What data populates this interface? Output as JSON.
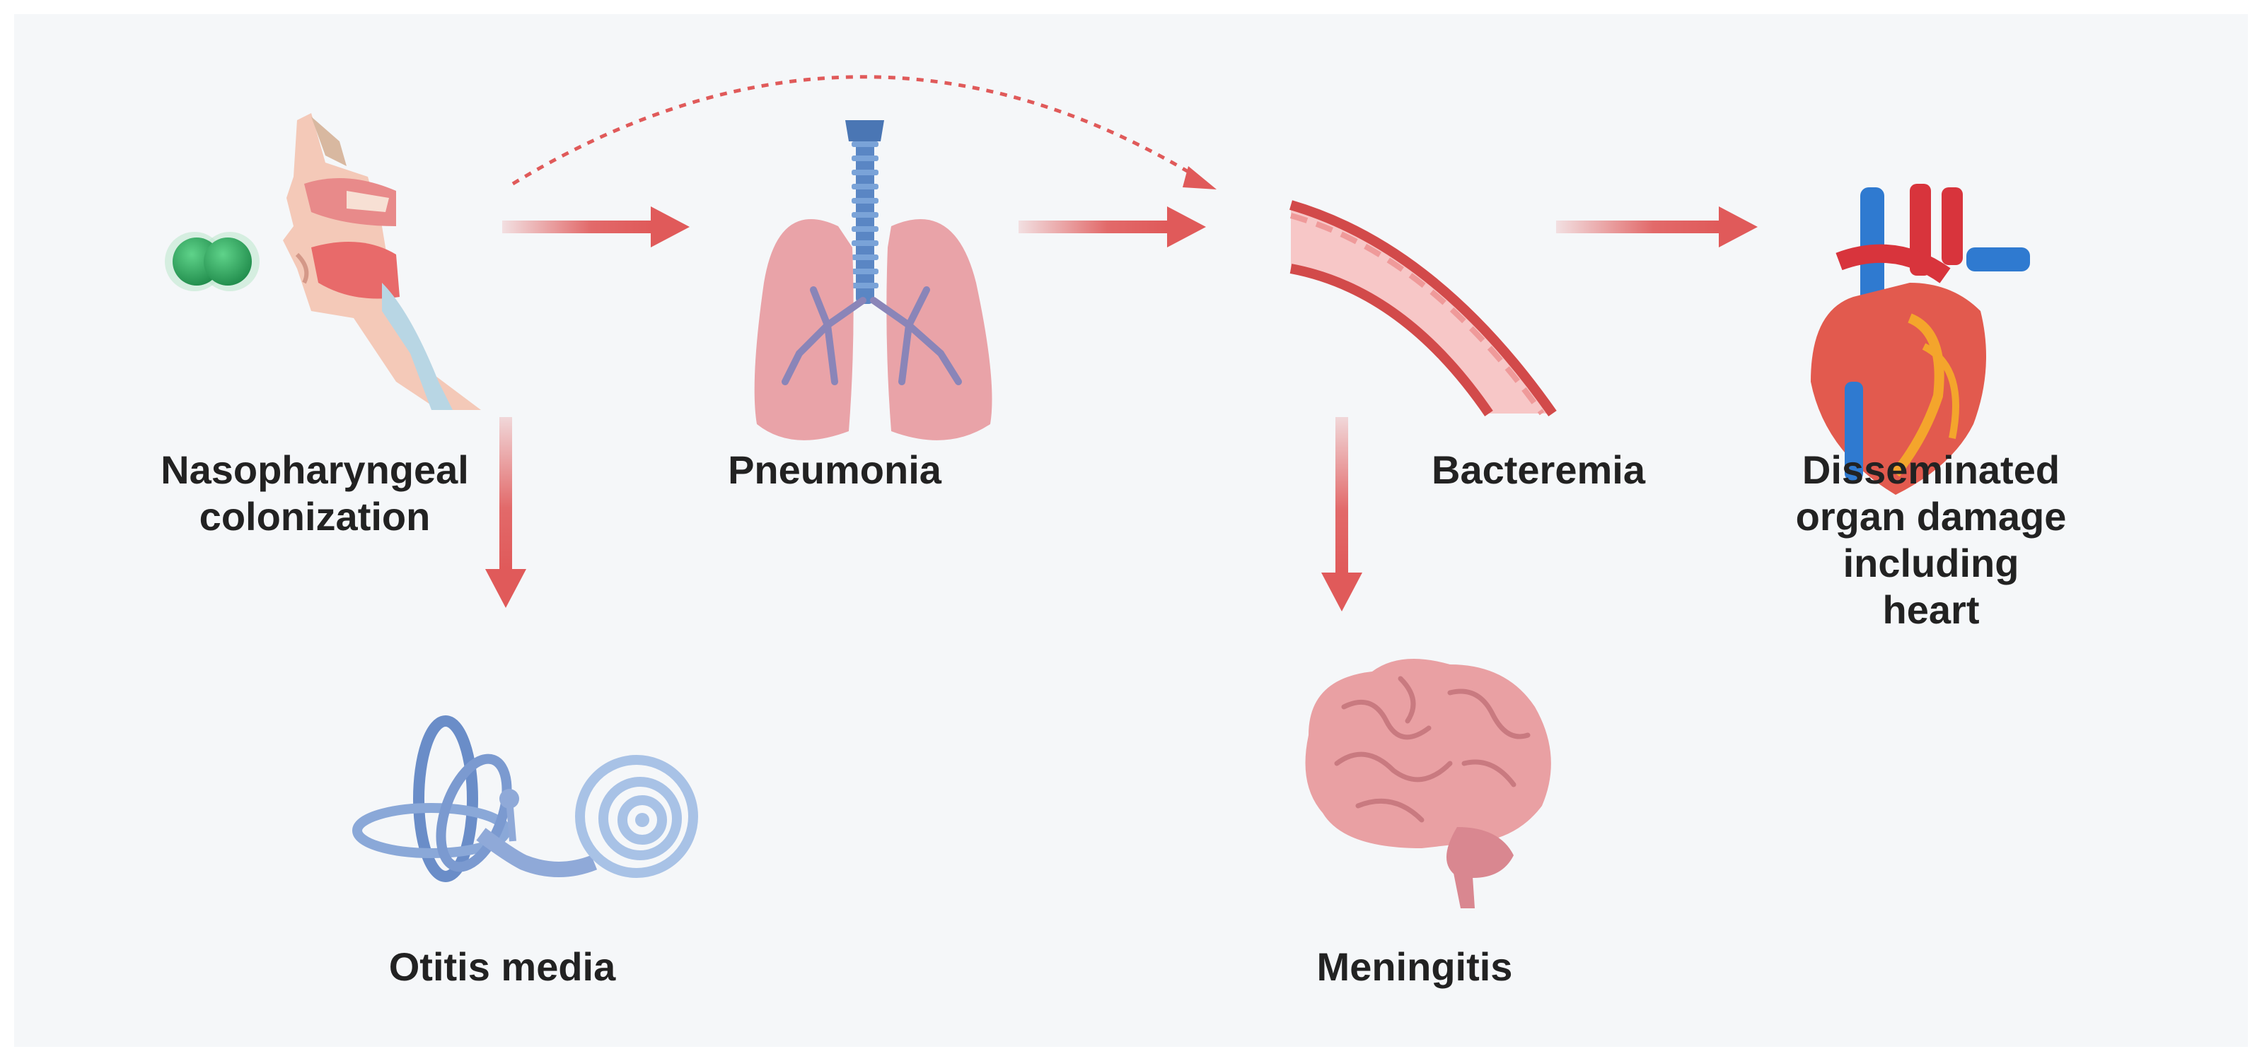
{
  "labels": {
    "nasopharyngeal": "Nasopharyngeal\ncolonization",
    "pneumonia": "Pneumonia",
    "bacteremia": "Bacteremia",
    "disseminated": "Disseminated\norgan damage\nincluding heart",
    "otitis": "Otitis media",
    "meningitis": "Meningitis"
  },
  "colors": {
    "background": "#f5f7f9",
    "arrow": "#e05a5a",
    "text": "#222222"
  },
  "icons": {
    "bacterium": "diplococcus-icon",
    "head": "nasopharynx-icon",
    "lungs": "lungs-icon",
    "vessel": "blood-vessel-icon",
    "heart": "heart-icon",
    "ear": "inner-ear-icon",
    "brain": "brain-icon"
  }
}
